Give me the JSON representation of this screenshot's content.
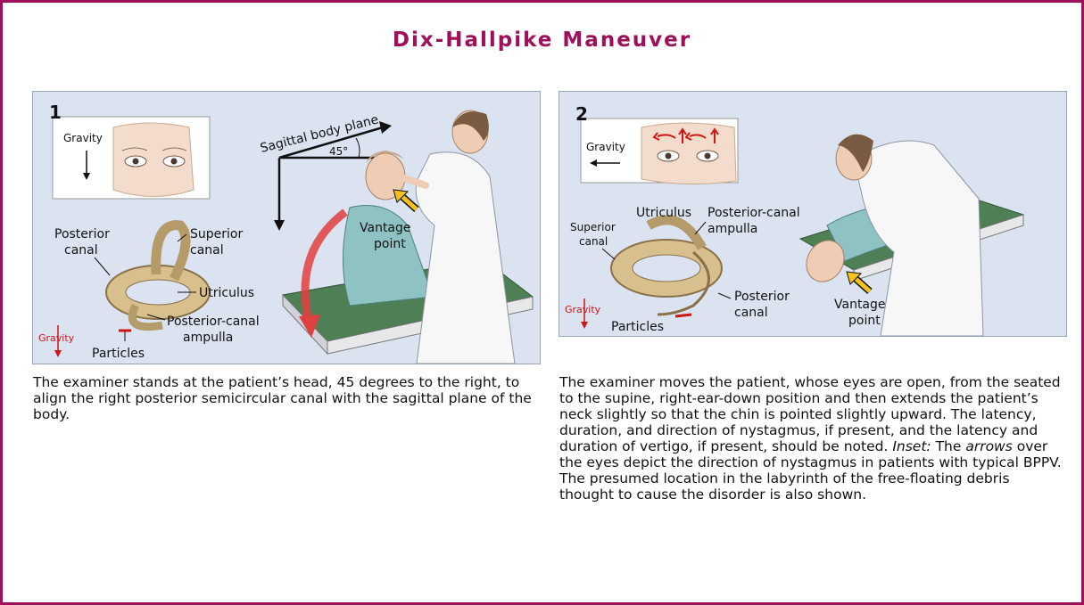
{
  "title": "Dix-Hallpike Maneuver",
  "panel1": {
    "number": "1",
    "inset_gravity": "Gravity",
    "sagittal_label": "Sagittal body plane",
    "angle_label": "45°",
    "posterior_canal": [
      "Posterior",
      "canal"
    ],
    "superior_canal": [
      "Superior",
      "canal"
    ],
    "utriculus": "Utriculus",
    "ampulla": [
      "Posterior-canal",
      "ampulla"
    ],
    "particles": "Particles",
    "gravity_small": "Gravity",
    "vantage": [
      "Vantage",
      "point"
    ],
    "caption": "The examiner stands at the patient’s head, 45 degrees to the right, to align the right posterior semicircular canal with the sagittal plane of the body."
  },
  "panel2": {
    "number": "2",
    "inset_gravity": "Gravity",
    "superior_canal": [
      "Superior",
      "canal"
    ],
    "utriculus": "Utriculus",
    "ampulla": [
      "Posterior-canal",
      "ampulla"
    ],
    "posterior_canal": [
      "Posterior",
      "canal"
    ],
    "particles": "Particles",
    "gravity_small": "Gravity",
    "vantage": [
      "Vantage",
      "point"
    ],
    "caption_part1": "The examiner moves the patient, whose eyes are open, from the seated to the supine, right-ear-down position and then extends the patient’s neck slightly so that the chin is pointed slightly upward. The latency, duration, and direction of nystagmus, if present, and the latency and duration of vertigo, if present, should be noted. ",
    "caption_inset": "Inset:",
    "caption_part2": " The ",
    "caption_arrows": "arrows",
    "caption_part3": " over the eyes depict the direction of nystagmus in patients with typical BPPV. The presumed location in the labyrinth of the free-floating debris thought to cause the disorder is also shown."
  },
  "colors": {
    "brand": "#a0105a",
    "panel_bg": "#dbe3f0",
    "gravity_red": "#d01515",
    "arrow_yellow": "#f4c21a"
  }
}
